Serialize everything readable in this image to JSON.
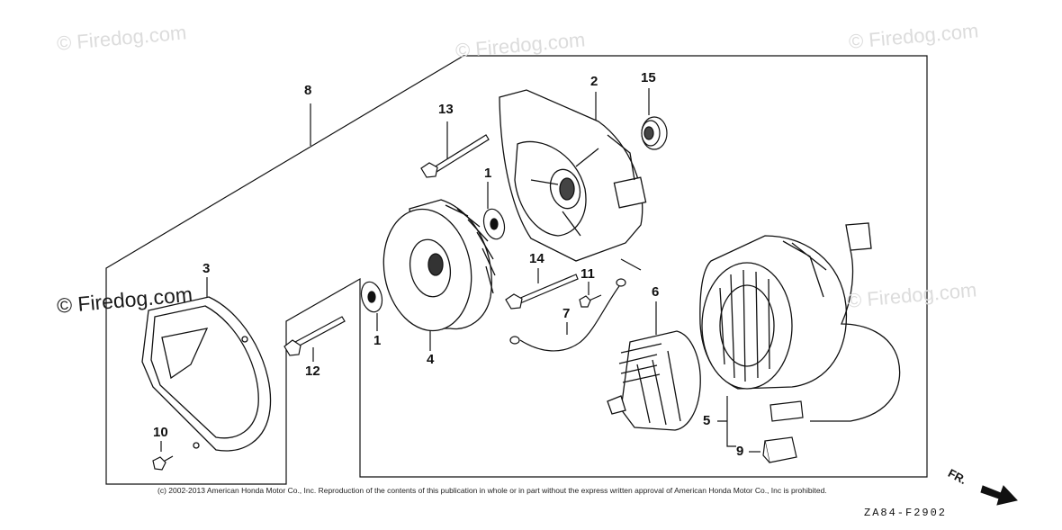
{
  "watermarks": [
    {
      "text": "© Firedog.com",
      "strong": false
    },
    {
      "text": "© Firedog.com",
      "strong": false
    },
    {
      "text": "© Firedog.com",
      "strong": false
    },
    {
      "text": "© Firedog.com",
      "strong": true
    },
    {
      "text": "© Firedog.com",
      "strong": false
    }
  ],
  "callouts": [
    "8",
    "13",
    "2",
    "15",
    "1",
    "3",
    "14",
    "11",
    "6",
    "7",
    "1",
    "12",
    "4",
    "5",
    "10",
    "9"
  ],
  "copyright": "(c) 2002-2013 American Honda Motor Co., Inc. Reproduction of the contents of this publication in whole or in part without the express written approval of American Honda Motor Co., Inc is prohibited.",
  "diagram_code": "ZA84-F2902",
  "direction_label": "FR.",
  "icons": [
    "alternator-cover-icon",
    "rear-housing-icon",
    "fan-icon",
    "rotor-icon",
    "stator-icon",
    "bolt-icon",
    "bearing-icon",
    "washer-icon",
    "ground-wire-icon",
    "connector-icon",
    "front-arrow-icon"
  ]
}
